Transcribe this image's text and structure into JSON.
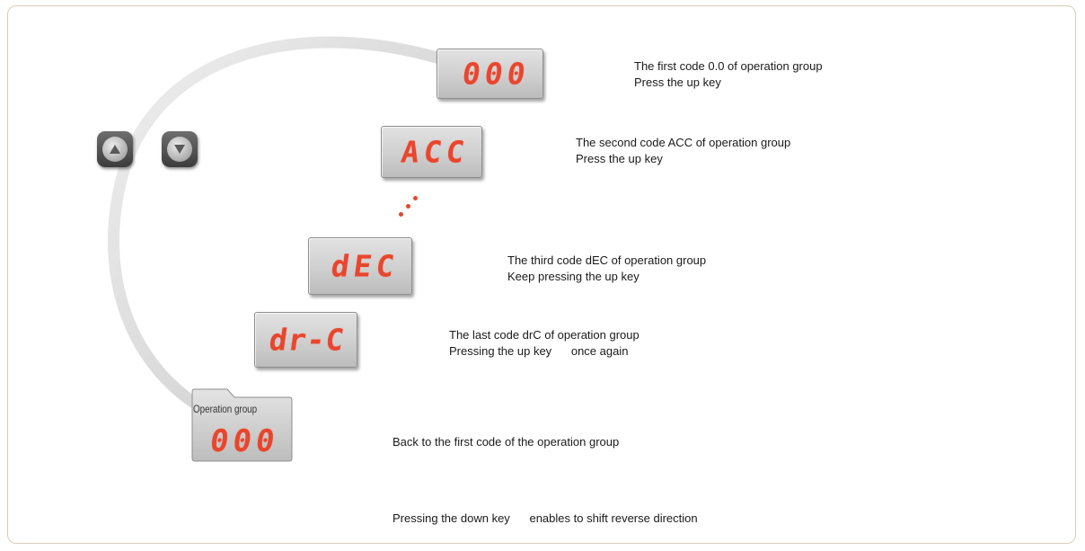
{
  "displays": {
    "first": "000",
    "acc": "ACC",
    "dec": "dEC",
    "drc": "dr-C"
  },
  "folder": {
    "label": "Operation group",
    "value": "000"
  },
  "captions": {
    "first_line1": "The first code 0.0 of operation group",
    "first_line2": "Press the up key",
    "second_line1": "The second code ACC of operation group",
    "second_line2": "Press the up key",
    "third_line1": "The third code dEC of operation group",
    "third_line2": "Keep pressing the up key",
    "last_line1": "The last code drC of operation group",
    "last_line2": "Pressing the up key      once again",
    "back": "Back to the first code of the operation group",
    "reverse": "Pressing the down key      enables to shift reverse direction"
  },
  "colors": {
    "segment": "#e8462f",
    "arc": "#d9d9d9",
    "frame": "#d8ceb8"
  },
  "icons": [
    "up-key-icon",
    "down-key-icon"
  ]
}
